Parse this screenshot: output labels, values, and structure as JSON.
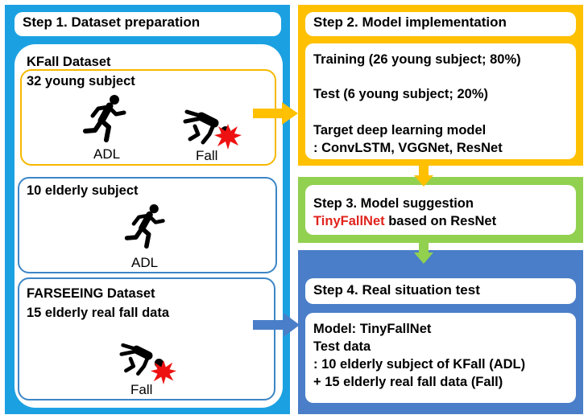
{
  "step1": {
    "title": "Step 1. Dataset preparation",
    "kfall_title": "KFall Dataset",
    "young_title": "32 young subject",
    "adl_label": "ADL",
    "fall_label": "Fall",
    "elderly_title": "10 elderly subject",
    "elderly_adl_label": "ADL",
    "farseeing_title": "FARSEEING Dataset",
    "farseeing_sub": "15 elderly real fall data",
    "farseeing_fall_label": "Fall"
  },
  "step2": {
    "title": "Step 2. Model implementation",
    "training": "Training (26 young subject; 80%)",
    "test": "Test (6 young subject; 20%)",
    "target_line1": "Target deep learning model",
    "target_line2": ": ConvLSTM, VGGNet, ResNet"
  },
  "step3": {
    "title": "Step 3. Model suggestion",
    "model_name": "TinyFallNet",
    "model_rest": " based on ResNet"
  },
  "step4": {
    "title": "Step 4. Real situation test",
    "model_line": "Model: TinyFallNet",
    "test_data": "Test data",
    "line1": ": 10 elderly subject of KFall (ADL)",
    "line2": "+ 15 elderly real fall data (Fall)"
  },
  "colors": {
    "step1_bg": "#1ba1e2",
    "step2_bg": "#ffc000",
    "step3_bg": "#92d050",
    "step4_bg": "#4a7ec8",
    "young_border": "#f6b800",
    "elderly_border": "#3c86c6",
    "arrow_blue": "#4a7ec8",
    "arrow_orange": "#ffc000",
    "arrow_green": "#92d050",
    "burst_red": "#ee1111",
    "highlight_red": "#e0231c"
  },
  "icons": [
    "running-person-icon",
    "falling-person-icon",
    "impact-burst-icon"
  ]
}
